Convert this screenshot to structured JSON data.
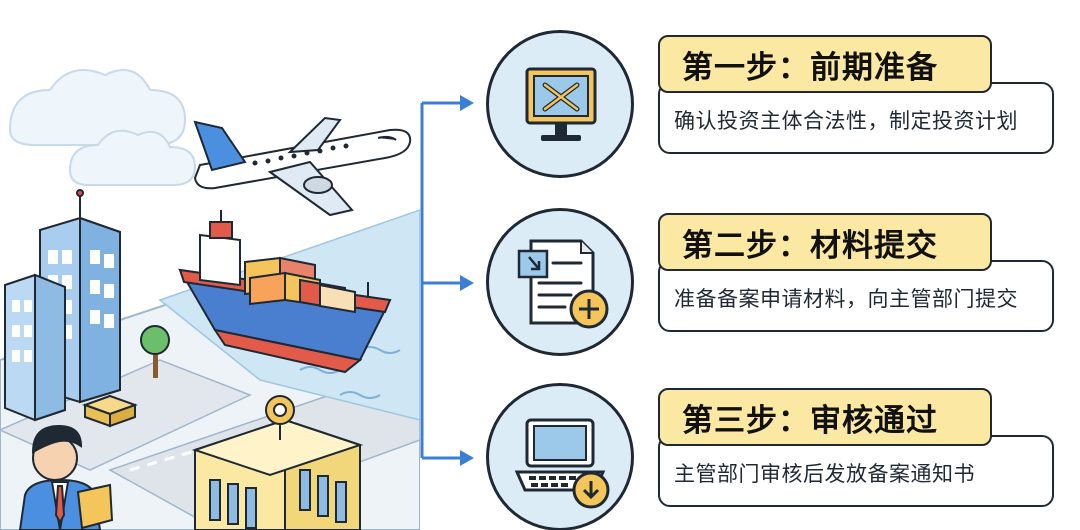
{
  "steps": [
    {
      "title": "第一步：前期准备",
      "description": "确认投资主体合法性，制定投资计划",
      "icon": "monitor-tools-icon"
    },
    {
      "title": "第二步：材料提交",
      "description": "准备备案申请材料，向主管部门提交",
      "icon": "document-upload-icon"
    },
    {
      "title": "第三步：审核通过",
      "description": "主管部门审核后发放备案通知书",
      "icon": "laptop-download-icon"
    }
  ],
  "colors": {
    "accent_blue": "#3a7fd5",
    "circle_fill": "#dcecf7",
    "title_fill": "#fbe8a2",
    "outline": "#1f2933"
  }
}
